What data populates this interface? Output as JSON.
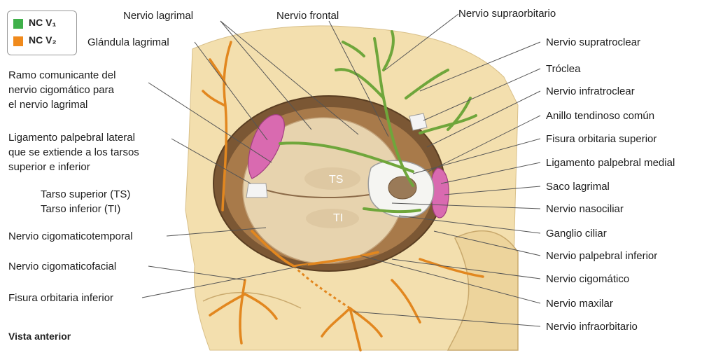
{
  "legend": {
    "v1": {
      "label": "NC V₁",
      "color": "#3fb04a"
    },
    "v2": {
      "label": "NC V₂",
      "color": "#f08a1c"
    }
  },
  "labels": {
    "glandula": "Glándula lagrimal",
    "lagrimal": "Nervio lagrimal",
    "frontal": "Nervio frontal",
    "supraorbitario": "Nervio supraorbitario",
    "supratroclear": "Nervio supratroclear",
    "troclea": "Tróclea",
    "infratroclear": "Nervio infratroclear",
    "anillo": "Anillo tendinoso común",
    "fisura_sup": "Fisura orbitaria superior",
    "lig_medial": "Ligamento palpebral medial",
    "saco": "Saco lagrimal",
    "nasociliar": "Nervio nasociliar",
    "ganglio": "Ganglio ciliar",
    "palpebral_inf": "Nervio palpebral inferior",
    "cigomatico": "Nervio cigomático",
    "maxilar": "Nervio maxilar",
    "infraorbitario": "Nervio infraorbitario",
    "ramo": "Ramo comunicante del\nnervio cigomático para\nel nervio lagrimal",
    "lig_lateral": "Ligamento palpebral lateral\nque se extiende a los tarsos\nsuperior e inferior",
    "tarsos": "Tarso superior (TS)\nTarso inferior (TI)",
    "cigomaticotemporal": "Nervio cigomaticotemporal",
    "cigomaticofacial": "Nervio cigomaticofacial",
    "fisura_inf": "Fisura orbitaria inferior",
    "ts": "TS",
    "ti": "TI"
  },
  "footer": "Vista anterior"
}
